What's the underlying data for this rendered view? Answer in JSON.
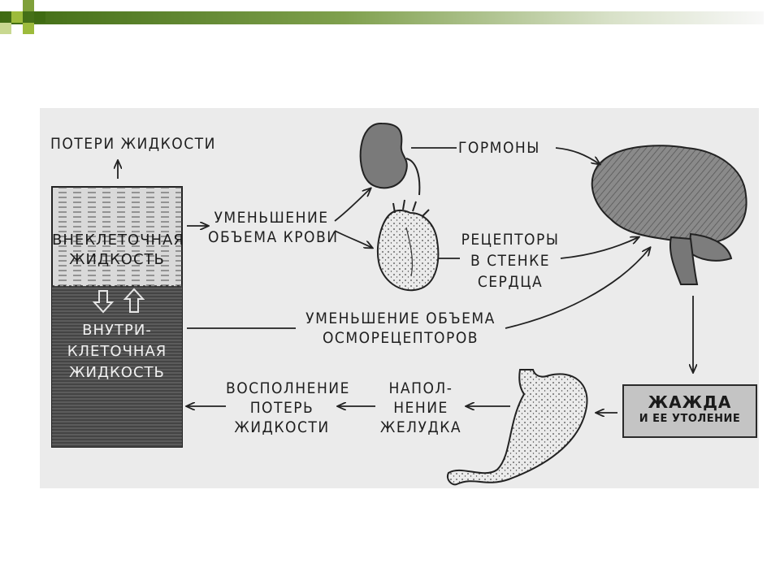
{
  "diagram": {
    "fluid_loss": "ПОТЕРИ ЖИДКОСТИ",
    "extracellular": [
      "ВНЕКЛЕТОЧНАЯ",
      "ЖИДКОСТЬ"
    ],
    "intracellular": [
      "ВНУТРИ-",
      "КЛЕТОЧНАЯ",
      "ЖИДКОСТЬ"
    ],
    "blood_volume_decrease": [
      "УМЕНЬШЕНИЕ",
      "ОБЪЕМА КРОВИ"
    ],
    "hormones": "ГОРМОНЫ",
    "heart_receptors": [
      "РЕЦЕПТОРЫ",
      "В СТЕНКЕ",
      "СЕРДЦА"
    ],
    "osmoreceptor_volume_decrease": [
      "УМЕНЬШЕНИЕ ОБЪЕМА",
      "ОСМОРЕЦЕПТОРОВ"
    ],
    "thirst": {
      "title": "ЖАЖДА",
      "subtitle": "И ЕЕ УТОЛЕНИЕ"
    },
    "stomach_filling": [
      "НАПОЛ-",
      "НЕНИЕ",
      "ЖЕЛУДКА"
    ],
    "replenishment": [
      "ВОСПОЛНЕНИЕ",
      "ПОТЕРЬ",
      "ЖИДКОСТИ"
    ]
  },
  "colors": {
    "bar_dark": "#3f6b12",
    "bar_light": "#9dbb3c",
    "panel": "#ebebeb"
  }
}
